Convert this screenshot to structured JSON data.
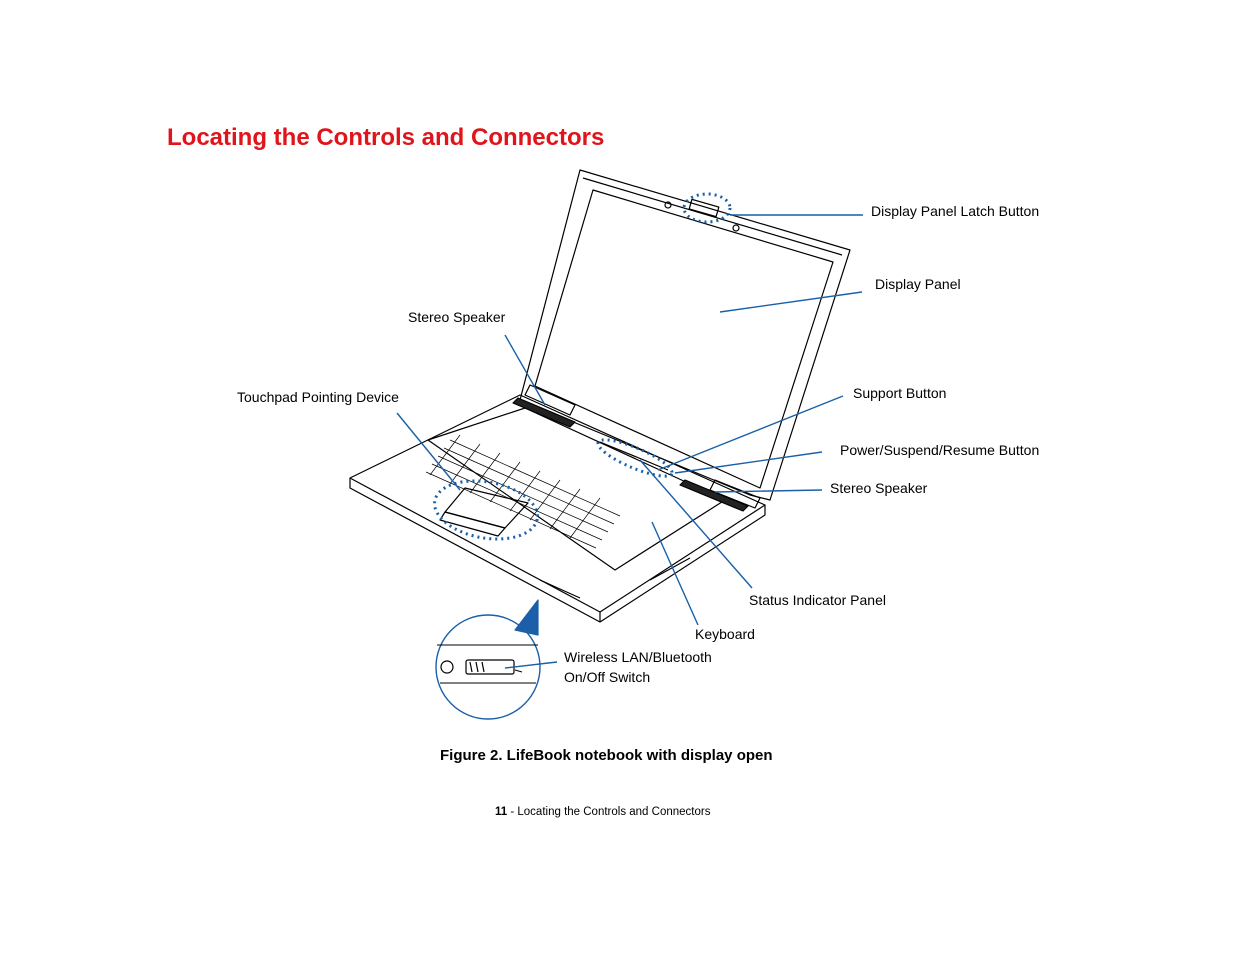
{
  "page": {
    "title": "Locating the Controls and Connectors",
    "caption": "Figure 2.  LifeBook notebook with display open",
    "footer": {
      "page_number": "11",
      "text": " - Locating the Controls and Connectors"
    }
  },
  "labels": {
    "display_latch": "Display Panel Latch Button",
    "display_panel": "Display Panel",
    "stereo_speaker_left": "Stereo Speaker",
    "touchpad": "Touchpad Pointing Device",
    "support_button": "Support Button",
    "power_button": "Power/Suspend/Resume Button",
    "stereo_speaker_right": "Stereo Speaker",
    "status_panel": "Status Indicator Panel",
    "keyboard": "Keyboard",
    "wireless_switch_line1": "Wireless LAN/Bluetooth",
    "wireless_switch_line2": "On/Off Switch"
  },
  "colors": {
    "title": "#e0141b",
    "callout": "#1a5fa8",
    "outline": "#000000"
  }
}
